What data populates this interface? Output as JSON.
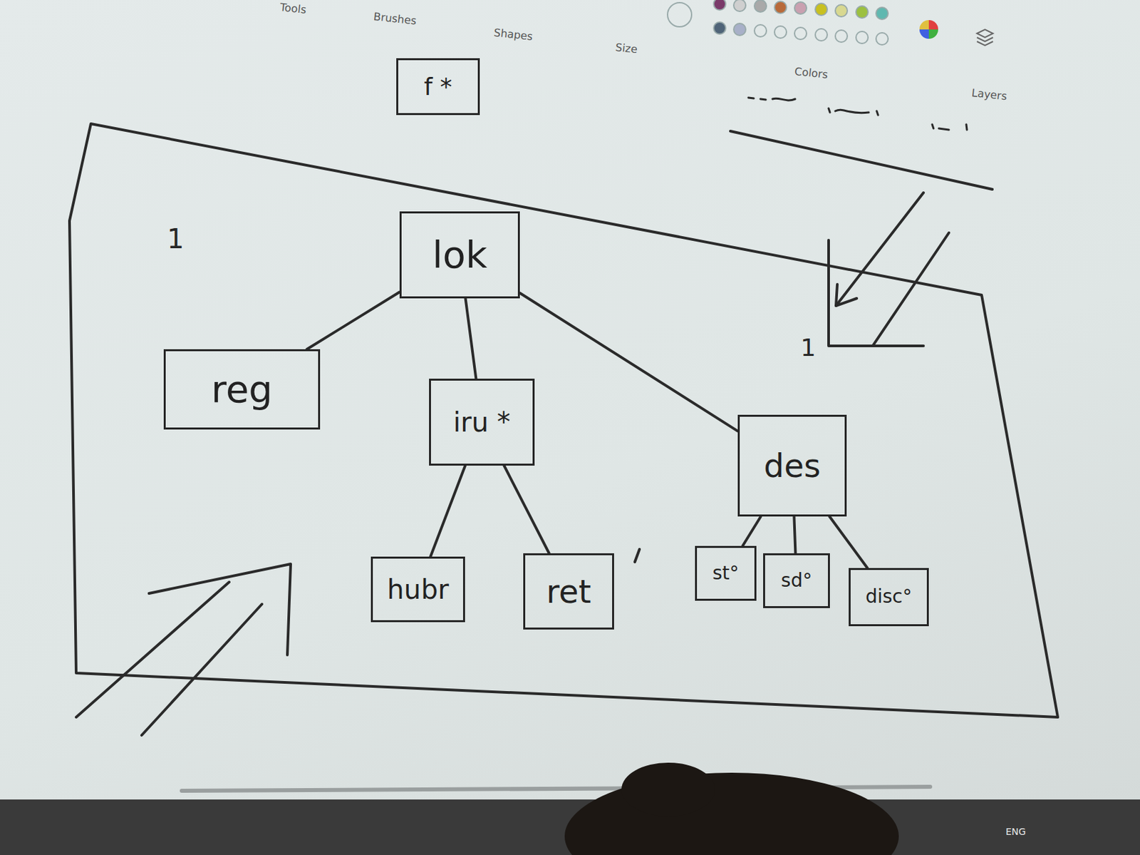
{
  "diagram": {
    "nodes": [
      {
        "text": [
          "f *"
        ]
      },
      {
        "text": [
          "lok"
        ]
      },
      {
        "text": [
          "reg"
        ]
      },
      {
        "text": [
          "iru *"
        ]
      },
      {
        "text": [
          "des"
        ]
      },
      {
        "text": [
          "hubr"
        ]
      },
      {
        "text": [
          "ret"
        ]
      },
      {
        "text": [
          "st°"
        ]
      },
      {
        "text": [
          "sd°"
        ]
      },
      {
        "text": [
          "disc°"
        ]
      }
    ],
    "edges": [
      {
        "from": 1,
        "to": 2,
        "arrow": "none"
      },
      {
        "from": 1,
        "to": 3,
        "arrow": "none"
      },
      {
        "from": 1,
        "to": 4,
        "arrow": "none"
      },
      {
        "from": 3,
        "to": 5,
        "arrow": "none"
      },
      {
        "from": 3,
        "to": 6,
        "arrow": "none"
      },
      {
        "from": 4,
        "to": 7,
        "arrow": "none"
      },
      {
        "from": 4,
        "to": 8,
        "arrow": "none"
      },
      {
        "from": 4,
        "to": 9,
        "arrow": "none"
      }
    ],
    "labels": [
      "Tools",
      "Brushes",
      "Shapes",
      "Size",
      "Colors",
      "Layers",
      "1",
      "1",
      "ENG"
    ]
  }
}
